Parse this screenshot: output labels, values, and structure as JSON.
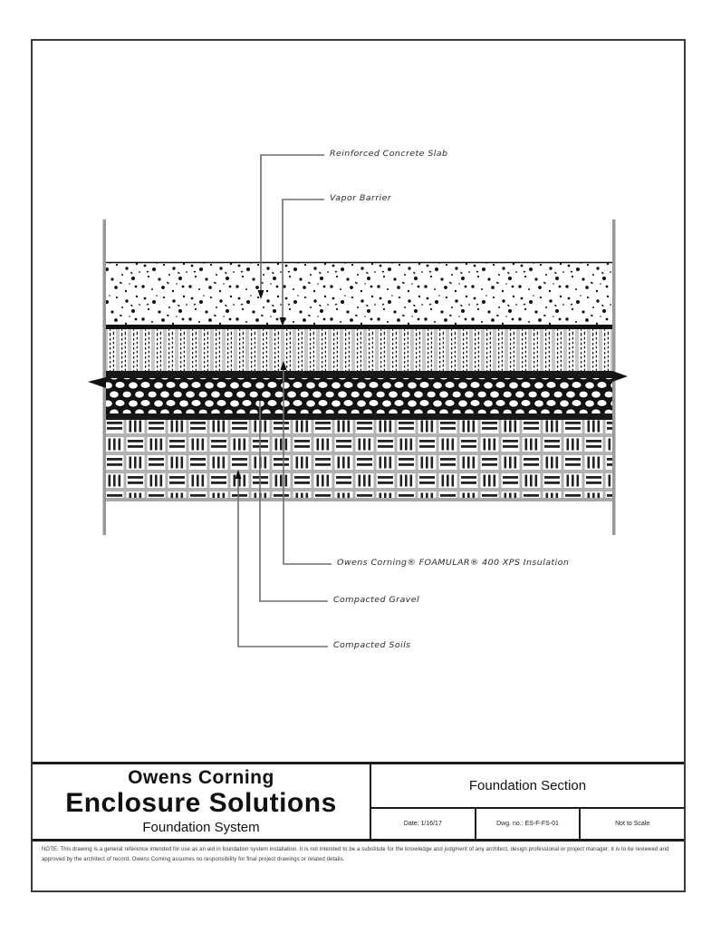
{
  "sheet": {
    "callouts": [
      {
        "label": "Reinforced Concrete Slab"
      },
      {
        "label": "Vapor Barrier"
      },
      {
        "label": "Owens Corning® FOAMULAR® 400  XPS Insulation"
      },
      {
        "label": "Compacted Gravel"
      },
      {
        "label": "Compacted Soils"
      }
    ],
    "title_block": {
      "brand_line1": "Owens Corning",
      "brand_line2": "Enclosure Solutions",
      "brand_line3": "Foundation System",
      "drawing_title": "Foundation Section",
      "date": "Date: 1/16/17",
      "drawing_no": "Dwg. no.: ES-F-FS-01",
      "scale": "Not to Scale"
    },
    "note": "NOTE: This drawing is a general reference intended for use as an aid in foundation system installation. It is not intended to be a substitute for the knowledge and judgment of any architect, design professional or project manager; it is to be reviewed and approved by the architect of record. Owens Corning assumes no responsibility for final project drawings or related details.",
    "colors": {
      "ink": "#1a1a1a",
      "line_gray": "#999999",
      "leader_gray": "#6e6e6e"
    }
  }
}
